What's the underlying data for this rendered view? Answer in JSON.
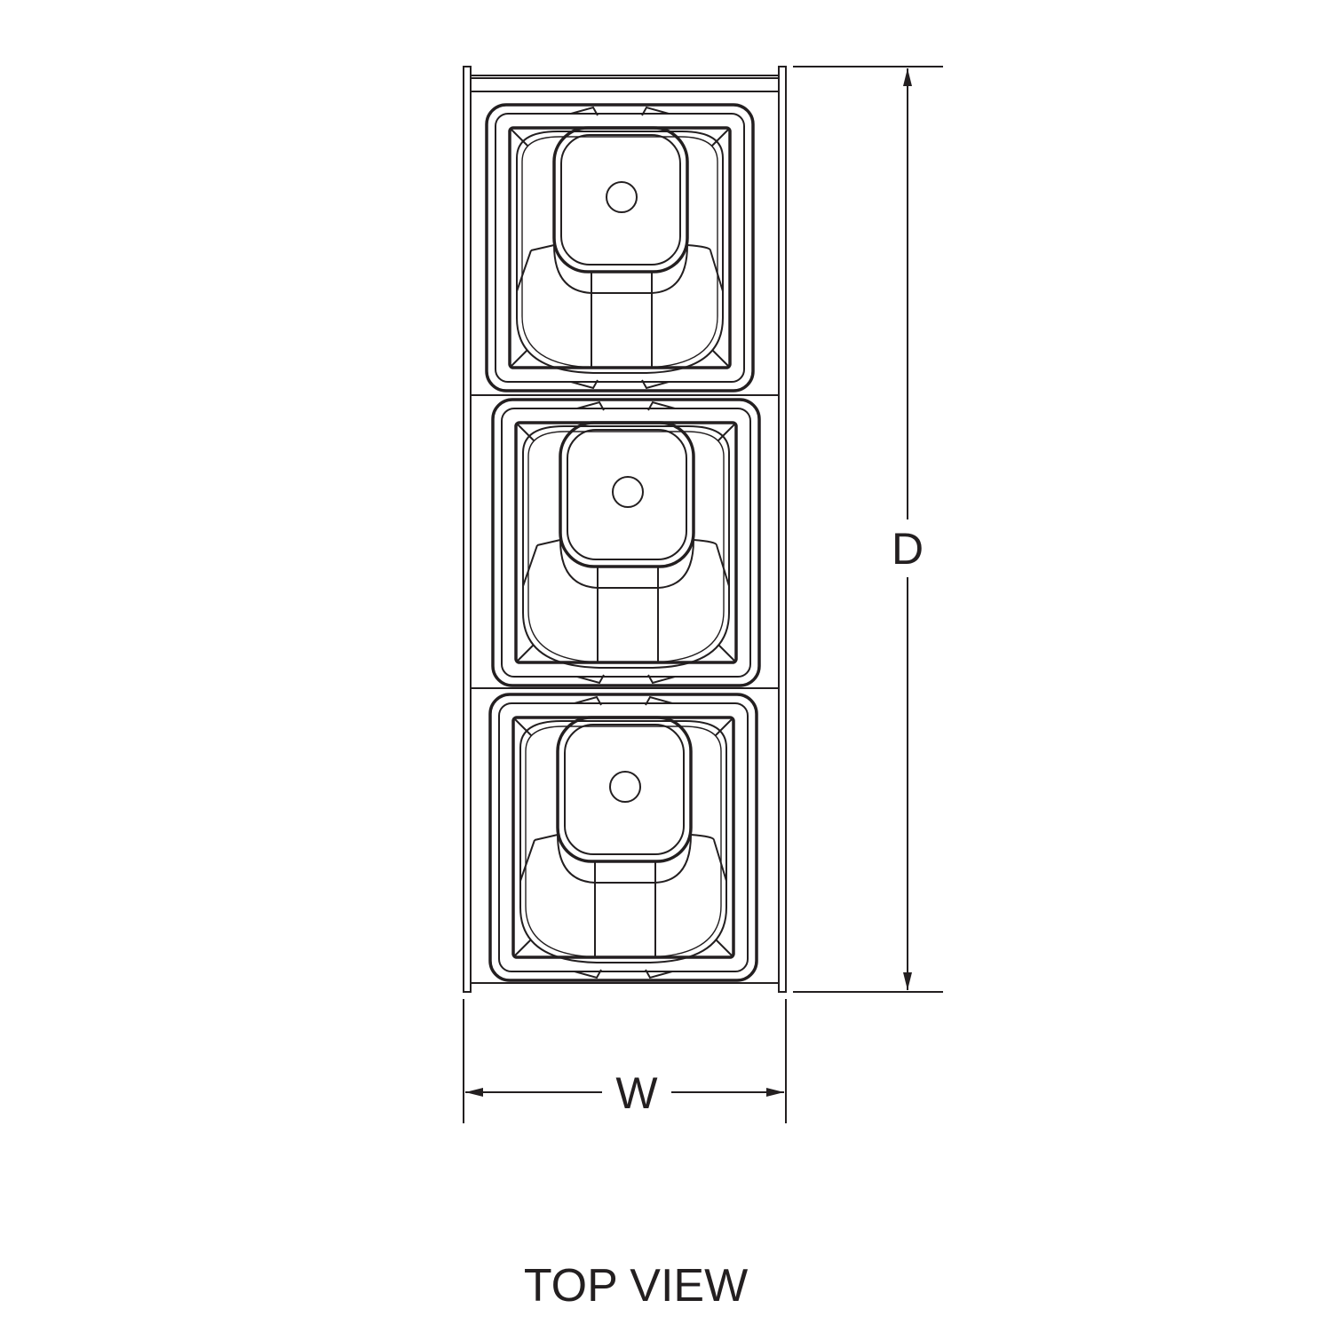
{
  "drawing": {
    "view_title": "TOP VIEW",
    "dimensions": {
      "depth_label": "D",
      "width_label": "W"
    },
    "container_count": 3
  }
}
